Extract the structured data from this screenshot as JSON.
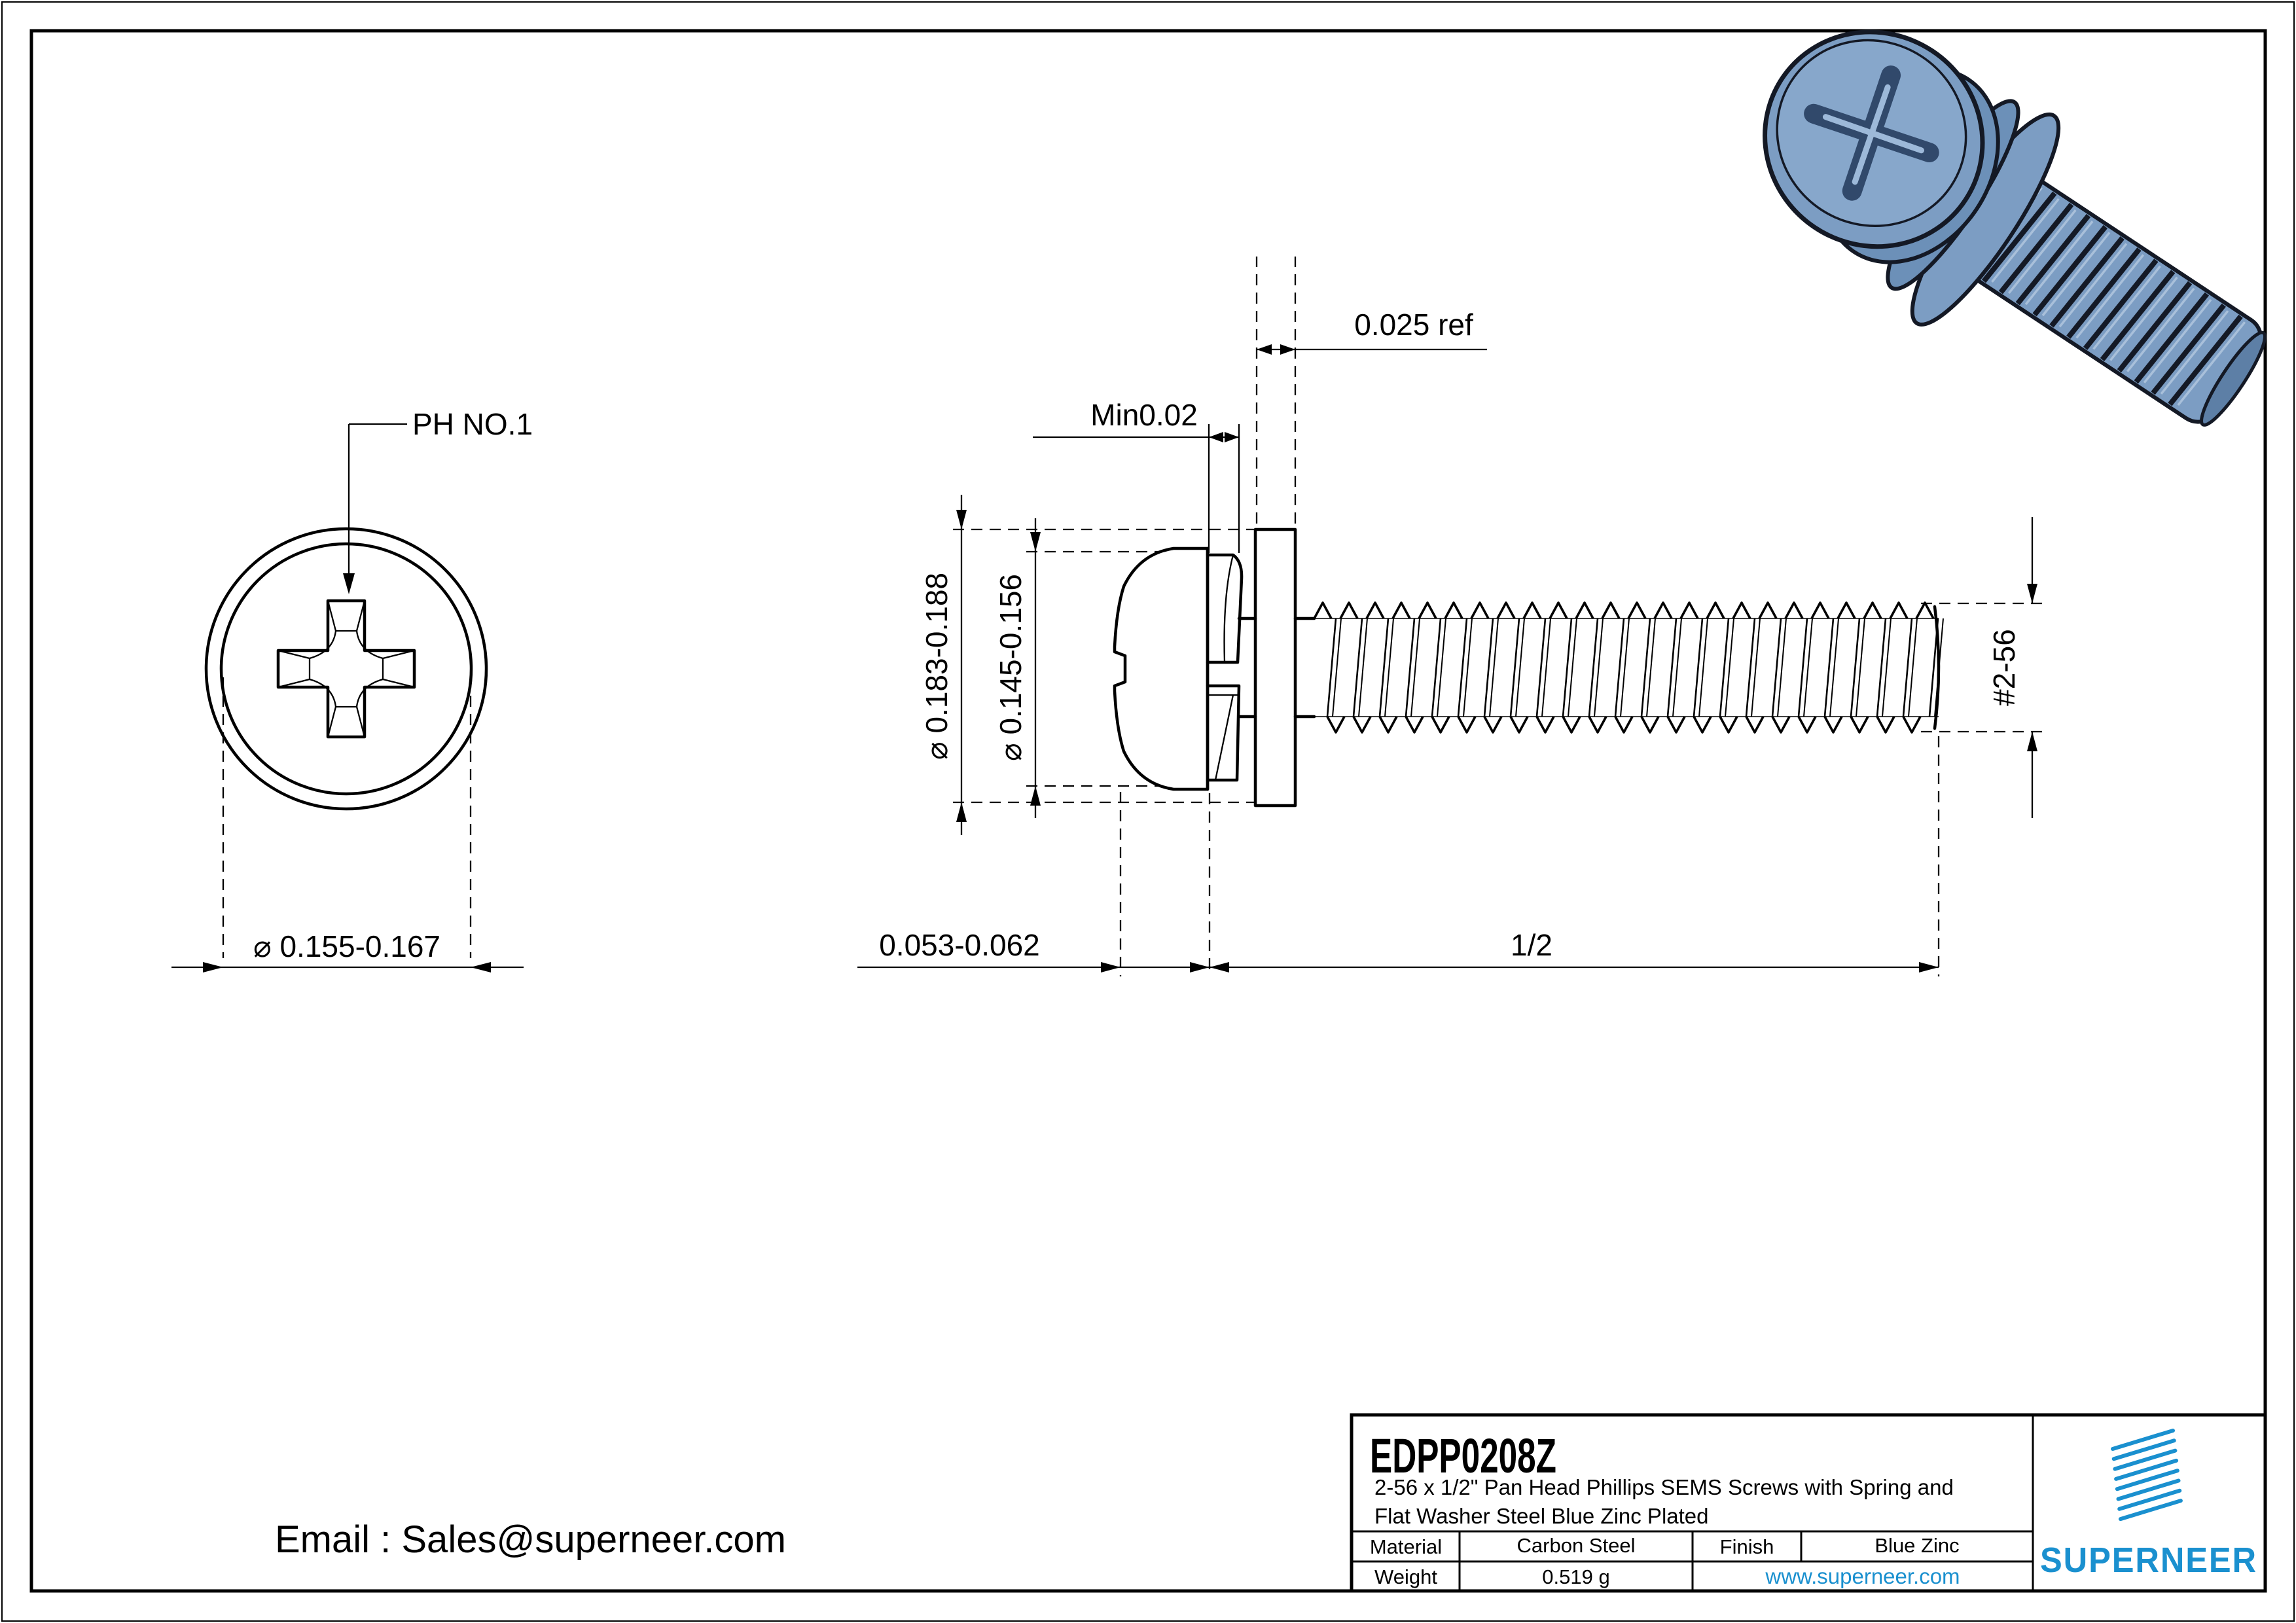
{
  "drawing": {
    "email": "Email : Sales@superneer.com",
    "accent_color": "#1a90cf"
  },
  "views": {
    "front_label": "PH NO.1",
    "front_head_diameter": "⌀ 0.155-0.167",
    "side_washer_od": "⌀ 0.183-0.188",
    "side_head_od": "⌀ 0.145-0.156",
    "spring_washer_min": "Min0.02",
    "flat_washer_ref": "0.025 ref",
    "head_height": "0.053-0.062",
    "thread_length": "1/2",
    "thread_spec": "#2-56"
  },
  "title_block": {
    "part_number": "EDPP0208Z",
    "description_line1": "2-56 x 1/2\" Pan Head Phillips SEMS Screws with Spring and",
    "description_line2": "Flat Washer Steel Blue Zinc Plated",
    "material_label": "Material",
    "material_value": "Carbon Steel",
    "finish_label": "Finish",
    "finish_value": "Blue Zinc",
    "weight_label": "Weight",
    "weight_value": "0.519 g",
    "website": "www.superneer.com",
    "brand": "SUPERNEER"
  }
}
